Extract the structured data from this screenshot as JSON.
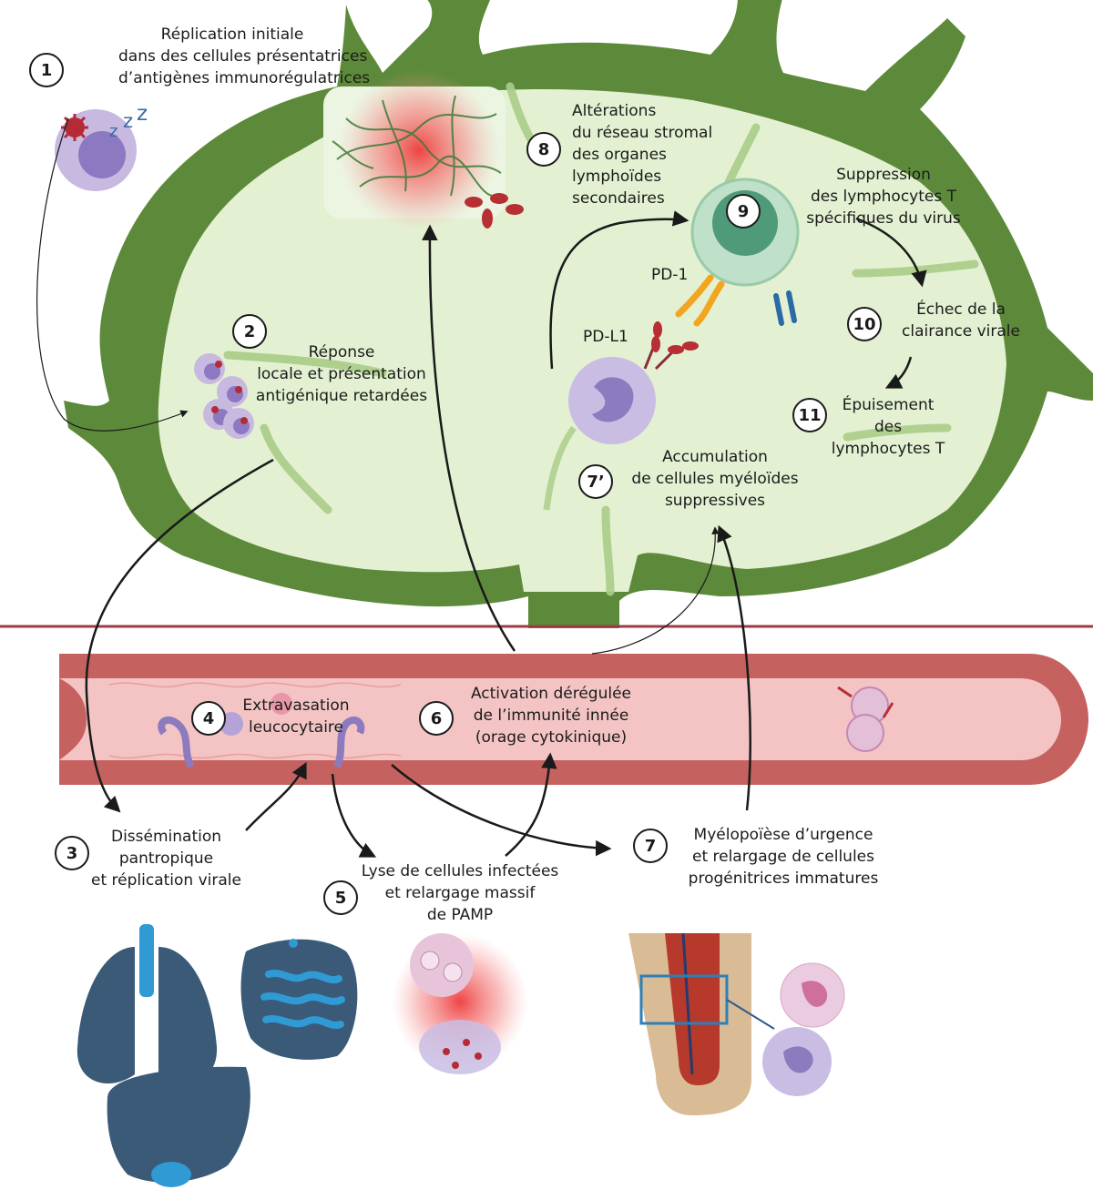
{
  "colors": {
    "capsule": "#5d8a3a",
    "node_fill": "#e3f1d2",
    "vessel_wall": "#c5625f",
    "vessel_lumen": "#f4c4c4",
    "separator": "#9c3b45",
    "organs": "#3a5a78",
    "organ_accent": "#2f9ad3",
    "arrow": "#1a1a1a"
  },
  "steps": [
    {
      "number": "1",
      "lines": [
        "Réplication initiale",
        "dans des cellules présentatrices",
        "d’antigènes immunorégulatrices"
      ]
    },
    {
      "number": "2",
      "lines": [
        "Réponse",
        "locale et présentation",
        "antigénique retardées"
      ]
    },
    {
      "number": "3",
      "lines": [
        "Dissémination",
        "pantropique",
        "et réplication virale"
      ]
    },
    {
      "number": "4",
      "lines": [
        "Extravasation",
        "leucocytaire"
      ]
    },
    {
      "number": "5",
      "lines": [
        "Lyse de cellules infectées",
        "et relargage massif",
        "de PAMP"
      ]
    },
    {
      "number": "6",
      "lines": [
        "Activation dérégulée",
        "de l’immunité innée",
        "(orage cytokinique)"
      ]
    },
    {
      "number": "7",
      "lines": [
        "Myélopoïèse d’urgence",
        "et relargage de cellules",
        "progénitrices immatures"
      ]
    },
    {
      "number": "7’",
      "lines": [
        "Accumulation",
        "de cellules myéloïdes",
        "suppressives"
      ]
    },
    {
      "number": "8",
      "lines": [
        "Altérations",
        "du réseau stromal",
        "des organes",
        "lymphoïdes",
        "secondaires"
      ]
    },
    {
      "number": "9",
      "lines": [
        "Suppression",
        "des lymphocytes T",
        "spécifiques du virus"
      ]
    },
    {
      "number": "10",
      "lines": [
        "Échec de la",
        "clairance virale"
      ]
    },
    {
      "number": "11",
      "lines": [
        "Épuisement",
        "des",
        "lymphocytes T"
      ]
    }
  ],
  "molecules": {
    "pd1": "PD-1",
    "pdl1": "PD-L1"
  },
  "icons": [
    "sleeping-virus-cell-icon",
    "lungs-icon",
    "intestine-icon",
    "liver-icon",
    "bone-marrow-icon",
    "t-cell-icon",
    "myeloid-cell-icon"
  ]
}
